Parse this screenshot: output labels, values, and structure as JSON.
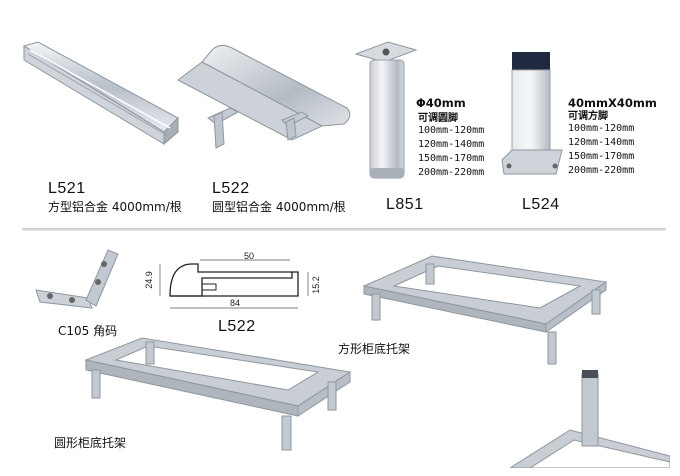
{
  "products": [
    {
      "code": "L521",
      "desc": "方型铝合金 4000mm/根"
    },
    {
      "code": "L522",
      "desc": "圆型铝合金 4000mm/根"
    },
    {
      "code": "L851",
      "diameter": "Φ40mm",
      "type": "可调圆脚",
      "ranges": [
        "100mm-120mm",
        "120mm-140mm",
        "150mm-170mm",
        "200mm-220mm"
      ]
    },
    {
      "code": "L524",
      "size": "40mmX40mm",
      "type": "可调方脚",
      "ranges": [
        "100mm-120mm",
        "120mm-140mm",
        "150mm-170mm",
        "200mm-220mm"
      ]
    }
  ],
  "profile_diagram": {
    "code": "L522",
    "dim_top": "50",
    "dim_bottom": "84",
    "dim_left": "24.9",
    "dim_right": "15.2"
  },
  "corner": {
    "label": "C105 角码"
  },
  "frames": {
    "square": "方形柜底托架",
    "round": "圆形柜底托架"
  }
}
